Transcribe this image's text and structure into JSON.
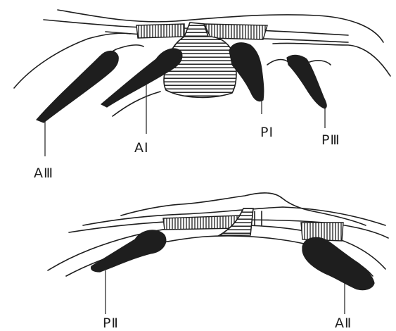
{
  "figure": {
    "labels": {
      "a_three": "AⅢ",
      "a_one": "AⅠ",
      "p_one": "PⅠ",
      "p_three": "PⅢ",
      "p_two": "PⅡ",
      "a_two": "AⅡ"
    }
  }
}
